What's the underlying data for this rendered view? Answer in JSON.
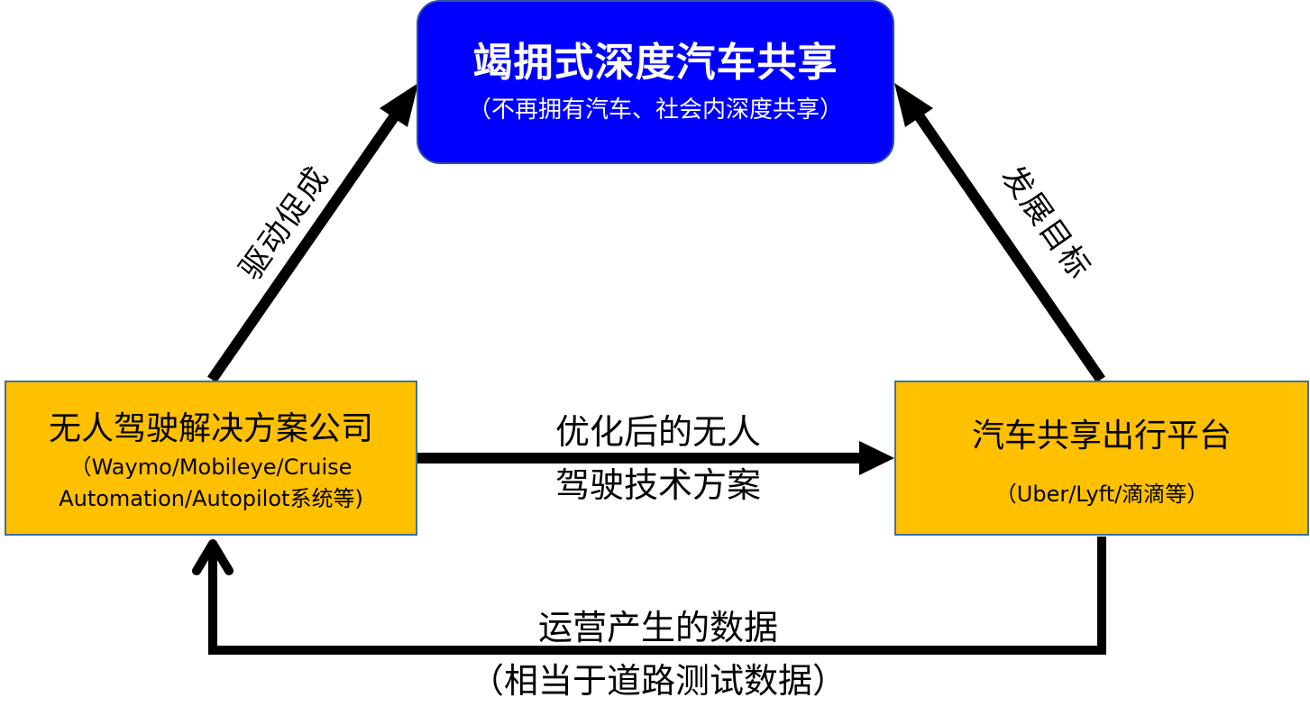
{
  "nodes": {
    "top": {
      "title": "竭拥式深度汽车共享",
      "subtitle": "（不再拥有汽车、社会内深度共享）",
      "fill_color": "#0000ff",
      "text_color": "#ffffff"
    },
    "left": {
      "title": "无人驾驶解决方案公司",
      "subtitle_line1": "（Waymo/Mobileye/Cruise",
      "subtitle_line2": "Automation/Autopilot系统等)",
      "fill_color": "#ffc000"
    },
    "right": {
      "title": "汽车共享出行平台",
      "subtitle": "（Uber/Lyft/滴滴等）",
      "fill_color": "#ffc000"
    }
  },
  "edges": {
    "left_to_top": {
      "label": "驱动促成",
      "from": "left",
      "to": "top"
    },
    "right_to_top": {
      "label": "发展目标",
      "from": "right",
      "to": "top"
    },
    "left_to_right": {
      "label_line1": "优化后的无人",
      "label_line2": "驾驶技术方案",
      "from": "left",
      "to": "right"
    },
    "right_to_left": {
      "label_line1": "运营产生的数据",
      "label_line2": "（相当于道路测试数据）",
      "from": "right",
      "to": "left"
    }
  },
  "arrow_color": "#000000"
}
